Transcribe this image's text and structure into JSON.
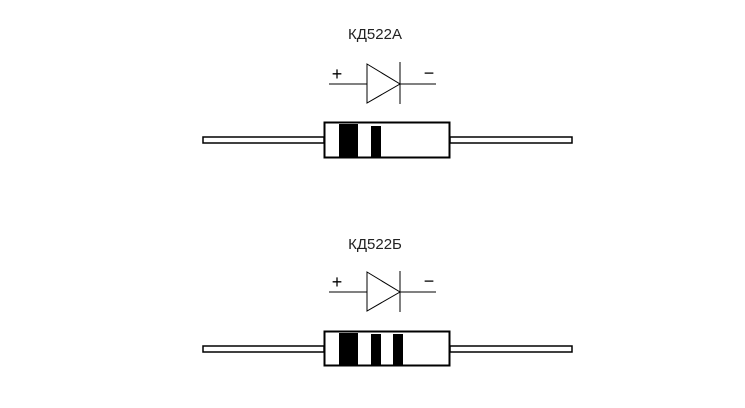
{
  "diodes": [
    {
      "name": "КД522А",
      "plus": "+",
      "minus": "−",
      "band_count": 2
    },
    {
      "name": "КД522Б",
      "plus": "+",
      "minus": "−",
      "band_count": 3
    }
  ],
  "colors": {
    "line": "#000000",
    "band": "#000000",
    "background": "#ffffff"
  }
}
